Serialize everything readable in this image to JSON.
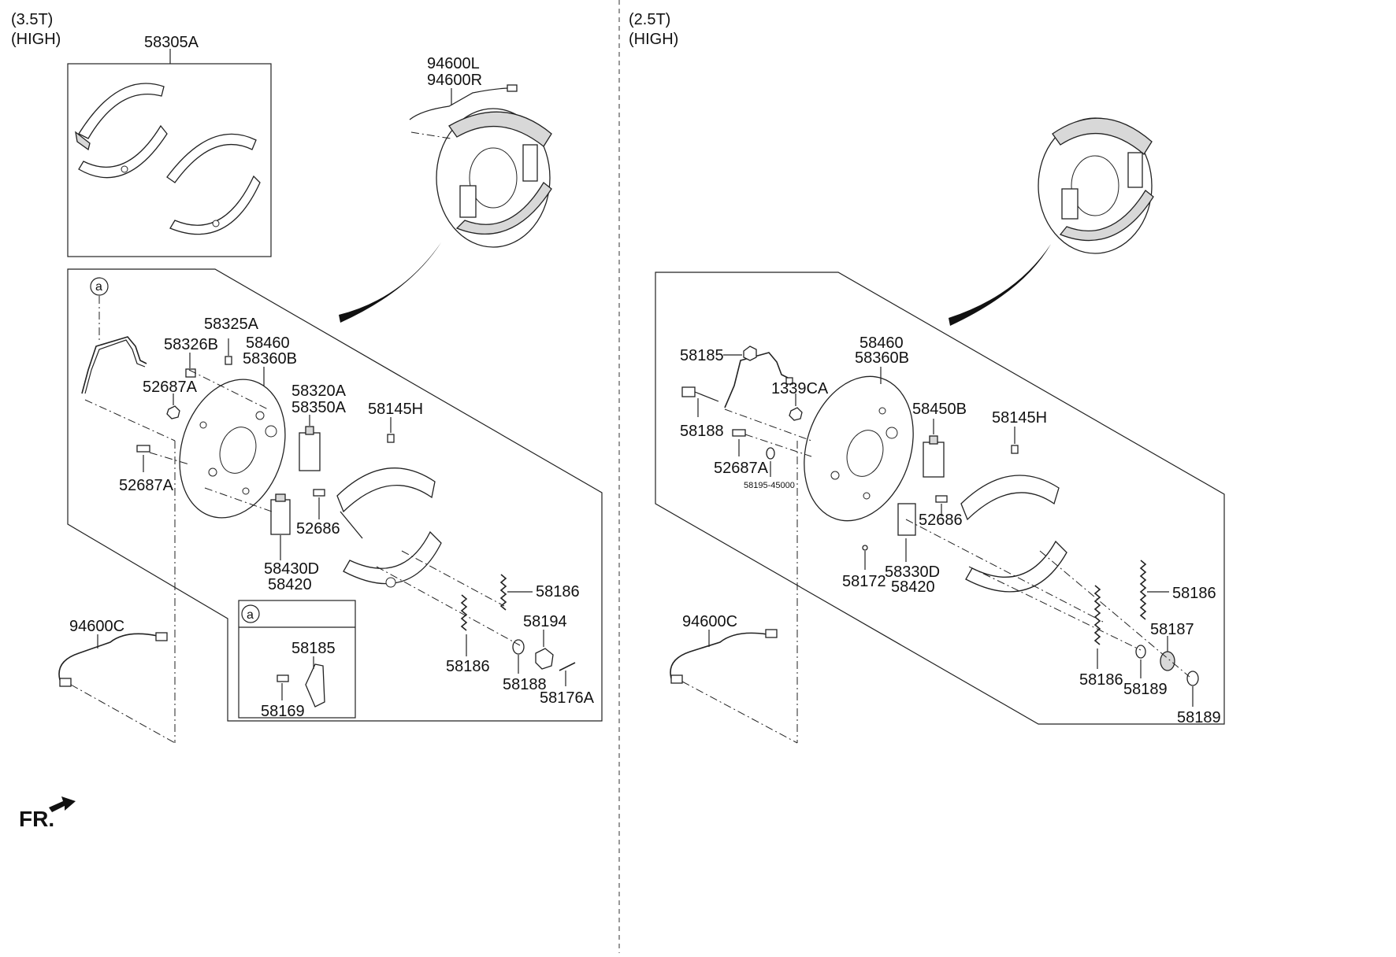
{
  "diagram": {
    "left_panel": {
      "header": [
        "(3.5T)",
        "(HIGH)"
      ],
      "labels": {
        "kit": "58305A",
        "sensor_top_l": "94600L",
        "sensor_top_r": "94600R",
        "detail_ref": "a",
        "p58325A": "58325A",
        "p58326B": "58326B",
        "p58460": "58460",
        "p58360B": "58360B",
        "p52687A_top": "52687A",
        "p58320A": "58320A",
        "p58350A": "58350A",
        "p58145H": "58145H",
        "p52687A_bot": "52687A",
        "p52686": "52686",
        "p58430D": "58430D",
        "p58420": "58420",
        "p58186_a": "58186",
        "p58194": "58194",
        "p58186_b": "58186",
        "p58188": "58188",
        "p58176A": "58176A",
        "sensor_bottom": "94600C",
        "inset_ref": "a",
        "inset_58185": "58185",
        "inset_58169": "58169"
      }
    },
    "right_panel": {
      "header": [
        "(2.5T)",
        "(HIGH)"
      ],
      "labels": {
        "p58185": "58185",
        "p1339CA": "1339CA",
        "p58460": "58460",
        "p58360B": "58360B",
        "p58188": "58188",
        "p52687A": "52687A",
        "p58195": "58195-45000",
        "p58450B": "58450B",
        "p58145H": "58145H",
        "p52686": "52686",
        "p58172": "58172",
        "p58330D": "58330D",
        "p58420": "58420",
        "p58186_a": "58186",
        "p58187": "58187",
        "p58186_b": "58186",
        "p58189_a": "58189",
        "p58189_b": "58189",
        "sensor_bottom": "94600C"
      }
    },
    "front_marker": "FR."
  }
}
